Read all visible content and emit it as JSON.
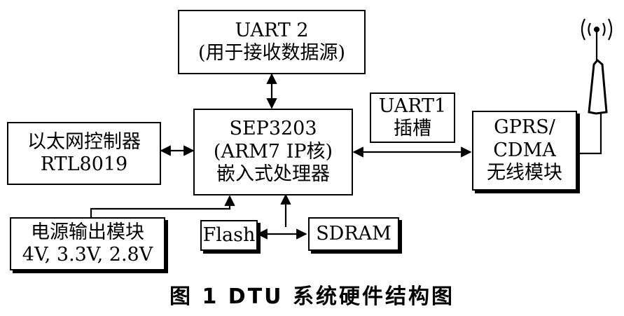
{
  "blocks": {
    "uart2": [
      "UART 2",
      "(用于接收数据源)"
    ],
    "sep3203": [
      "SEP3203",
      "(ARM7 IP核)",
      "嵌入式处理器"
    ],
    "ethernet": [
      "以太网控制器",
      "RTL8019"
    ],
    "uart1_slot": [
      "UART1",
      "插槽"
    ],
    "gprs": [
      "GPRS/",
      "CDMA",
      "无线模块"
    ],
    "power": [
      "电源输出模块",
      "4V, 3.3V, 2.8V"
    ],
    "flash": [
      "Flash"
    ],
    "sdram": [
      "SDRAM"
    ]
  },
  "caption": "图 1   DTU 系统硬件结构图"
}
